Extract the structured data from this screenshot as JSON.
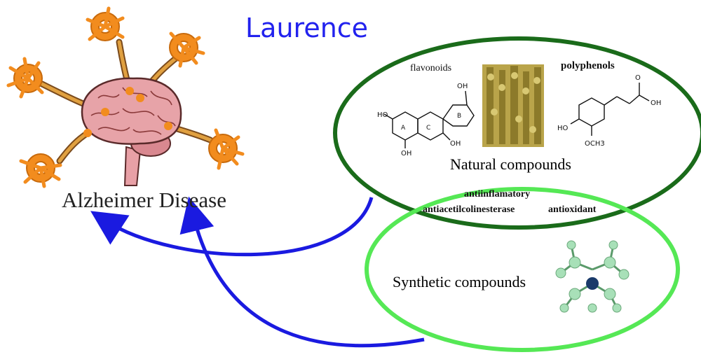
{
  "title": "Laurence",
  "disease": {
    "label": "Alzheimer Disease"
  },
  "natural": {
    "label": "Natural compounds",
    "flavonoids_label": "flavonoids",
    "polyphenols_label": "polyphenols"
  },
  "activities": {
    "antiinflammatory": "antiinflamatory",
    "antiacetylcholinesterase": "antiacetilcolinesterase",
    "antioxidant": "antioxidant"
  },
  "synthetic": {
    "label": "Synthetic compounds"
  },
  "colors": {
    "title": "#2222ee",
    "natural_ellipse": "#1a6b1a",
    "synthetic_ellipse": "#55e855",
    "arrows": "#1a1ae0",
    "neuron": "#f28c1e",
    "brain": "#e7a3a8"
  }
}
